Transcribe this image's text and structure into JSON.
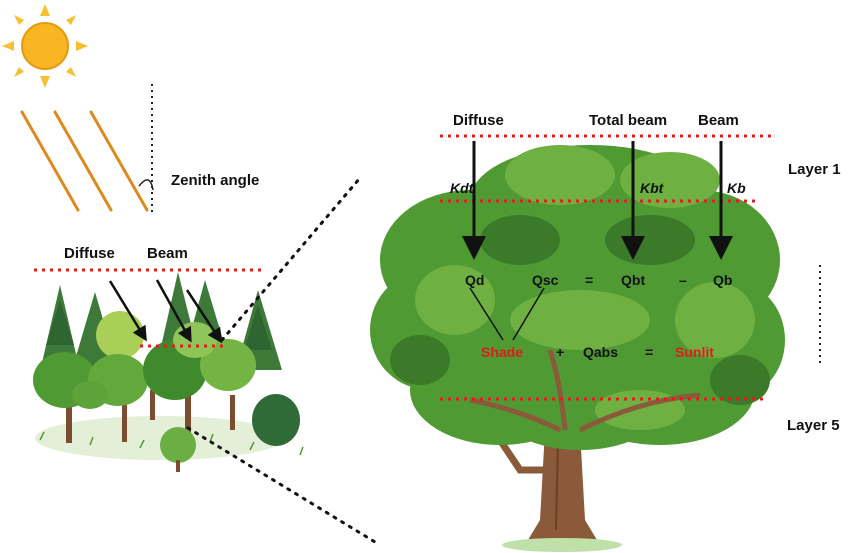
{
  "sun_rays": {
    "zenith_label": "Zenith angle"
  },
  "forest": {
    "diffuse_label": "Diffuse",
    "beam_label": "Beam"
  },
  "tree": {
    "inputs": {
      "diffuse": "Diffuse",
      "total_beam": "Total beam",
      "beam": "Beam"
    },
    "coefficients": {
      "kdt": "Kdt",
      "kbt": "Kbt",
      "kb": "Kb"
    },
    "layers": {
      "top": "Layer 1",
      "bottom": "Layer 5"
    },
    "equation1": {
      "qd": "Qd",
      "qsc": "Qsc",
      "equals": "=",
      "qbt": "Qbt",
      "minus": "–",
      "qb": "Qb"
    },
    "equation2": {
      "shade": "Shade",
      "plus": "+",
      "qabs": "Qabs",
      "equals": "=",
      "sunlit": "Sunlit"
    }
  },
  "colors": {
    "sun": "#f8b722",
    "sun_rays": "#dc8a1c",
    "dotted_layer_line": "#e31d1d",
    "foliage": "#4f9a32",
    "trunk": "#8b5a3a",
    "highlight_text": "#e21b1b"
  }
}
